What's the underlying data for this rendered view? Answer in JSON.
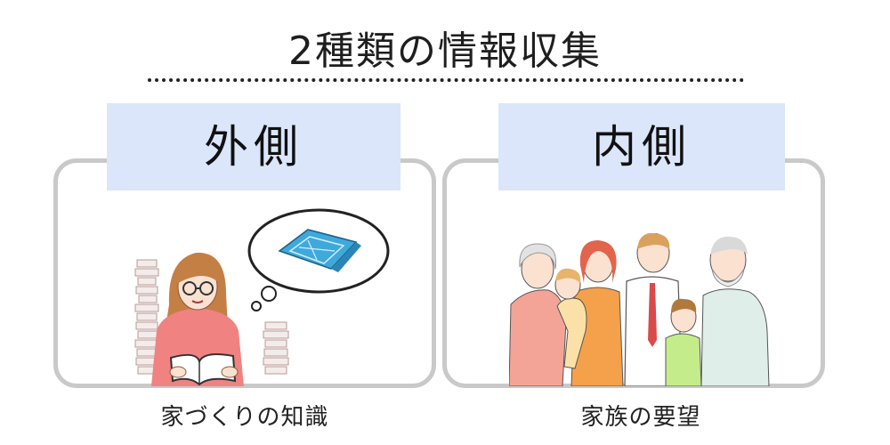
{
  "title": "2種類の情報収集",
  "panels": [
    {
      "label": "外側",
      "caption": "家づくりの知識",
      "illustration": "woman-reading-book-thinking-of-house-plan"
    },
    {
      "label": "内側",
      "caption": "家族の要望",
      "illustration": "three-generation-family"
    }
  ],
  "colors": {
    "label_background": "#dbe6fb",
    "panel_border": "#c9c9c9",
    "plan_blue": "#3fa9dc"
  }
}
